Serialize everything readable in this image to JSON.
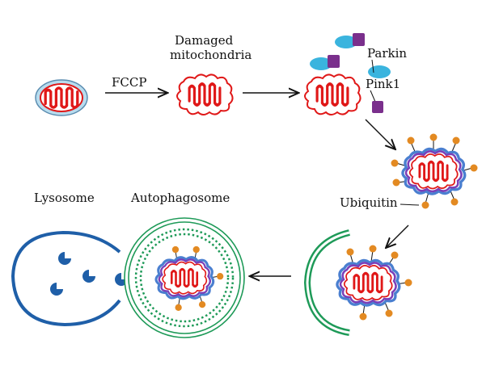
{
  "labels": {
    "fccp": "FCCP",
    "damaged_line1": "Damaged",
    "damaged_line2": "mitochondria",
    "parkin": "Parkin",
    "pink1": "Pink1",
    "ubiquitin": "Ubiquitin",
    "lysosome": "Lysosome",
    "autophagosome": "Autophagosome"
  },
  "colors": {
    "mito_red": "#e01818",
    "mito_outer_fill": "#b8dcee",
    "mito_outer_stroke": "#5a8cb0",
    "parkin_blue": "#3ab4de",
    "pink1_purple": "#7a2f8c",
    "ubiquitin_orange": "#e38a22",
    "membrane_purple": "#7a3fb8",
    "membrane_blue": "#4a7fd0",
    "phagophore_green": "#1e9a58",
    "lysosome_blue": "#1f5fa8",
    "arrow": "#111111"
  }
}
